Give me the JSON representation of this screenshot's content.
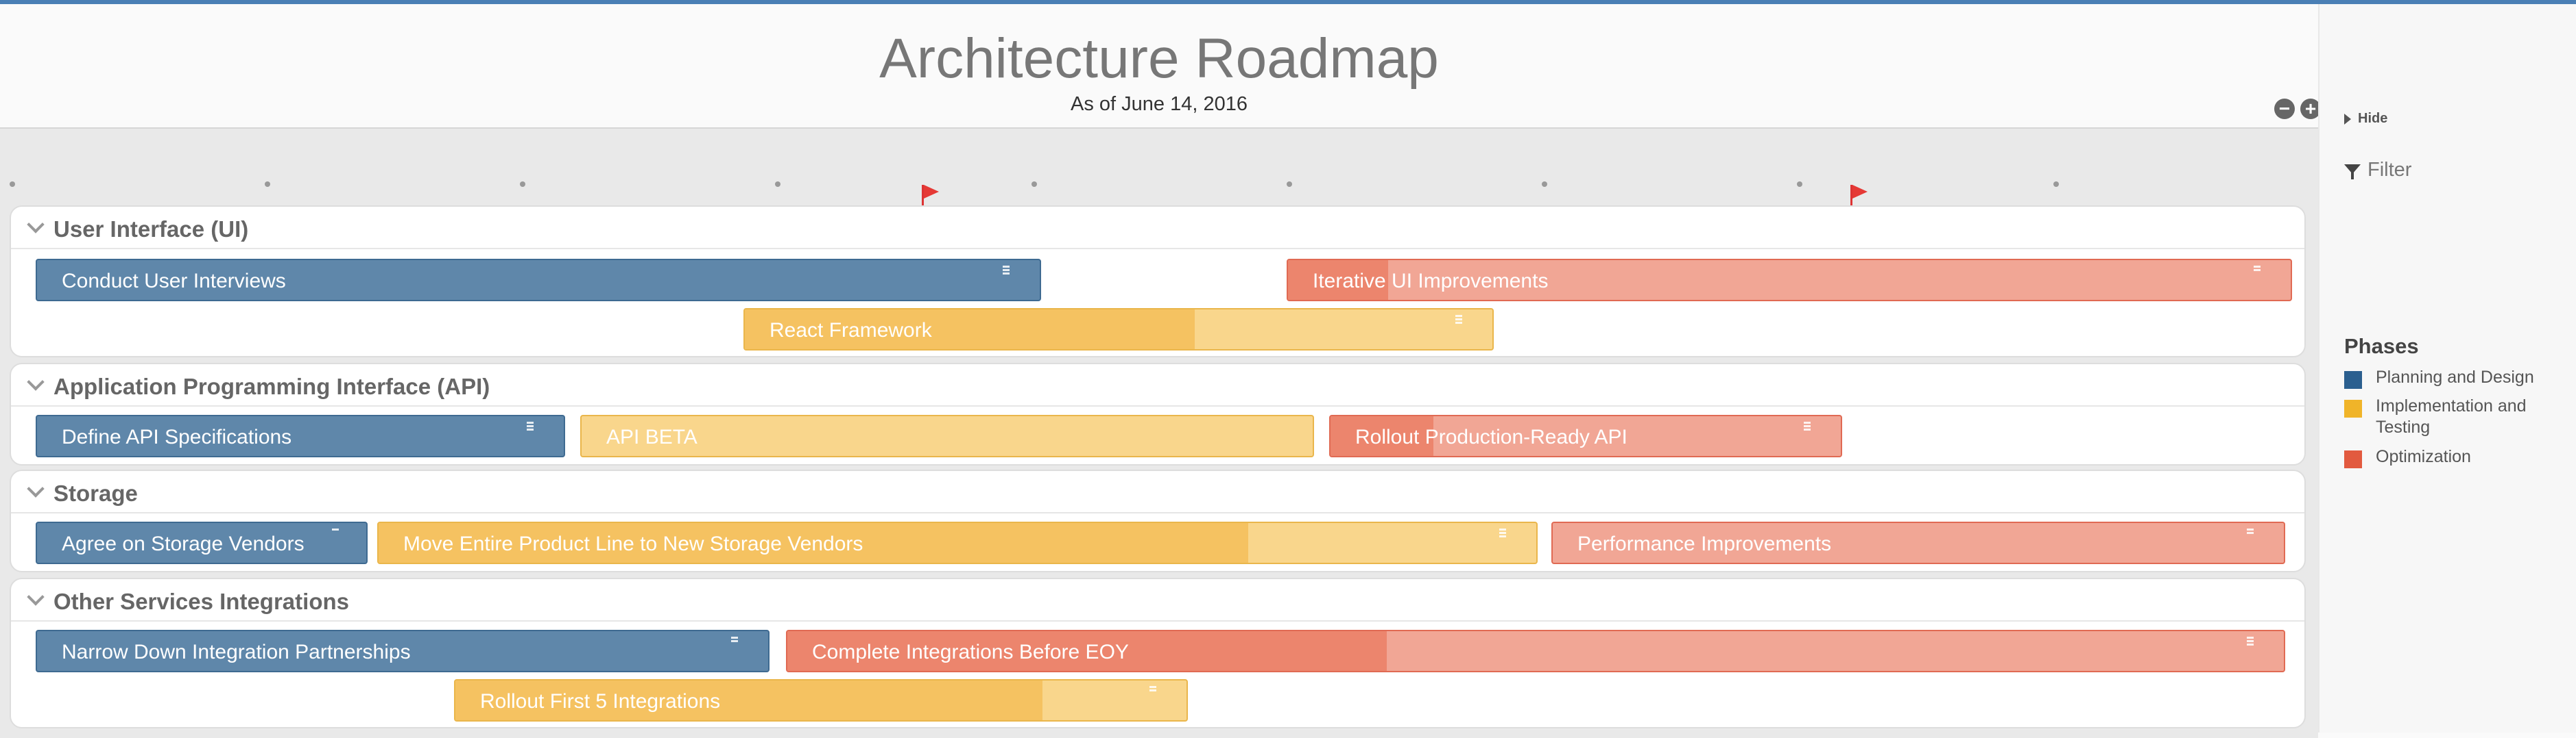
{
  "header": {
    "title": "Architecture Roadmap",
    "subtitle": "As of June 14, 2016"
  },
  "controls": {
    "zoom_out": "−",
    "zoom_in": "+"
  },
  "lanes": [
    {
      "title": "User Interface (UI)",
      "items": [
        {
          "label": "Conduct User Interviews",
          "phase": "Planning and Design"
        },
        {
          "label": "Iterative UI Improvements",
          "phase": "Optimization",
          "progress": 0.1
        },
        {
          "label": "React Framework",
          "phase": "Implementation and Testing",
          "progress": 0.6
        }
      ]
    },
    {
      "title": "Application Programming Interface (API)",
      "items": [
        {
          "label": "Define API Specifications",
          "phase": "Planning and Design"
        },
        {
          "label": "API BETA",
          "phase": "Implementation and Testing",
          "progress": 0.0
        },
        {
          "label": "Rollout Production-Ready API",
          "phase": "Optimization",
          "progress": 0.2
        }
      ]
    },
    {
      "title": "Storage",
      "items": [
        {
          "label": "Agree on Storage Vendors",
          "phase": "Planning and Design"
        },
        {
          "label": "Move Entire Product Line to New Storage Vendors",
          "phase": "Implementation and Testing",
          "progress": 0.75
        },
        {
          "label": "Performance Improvements",
          "phase": "Optimization",
          "progress": 0.0
        }
      ]
    },
    {
      "title": "Other Services Integrations",
      "items": [
        {
          "label": "Narrow Down Integration Partnerships",
          "phase": "Planning and Design"
        },
        {
          "label": "Complete Integrations Before EOY",
          "phase": "Optimization",
          "progress": 0.4
        },
        {
          "label": "Rollout First 5 Integrations",
          "phase": "Implementation and Testing",
          "progress": 0.8
        }
      ]
    }
  ],
  "sidebar": {
    "hide_label": "Hide",
    "filter_label": "Filter"
  },
  "legend": {
    "title": "Phases",
    "items": [
      {
        "label": "Planning and Design",
        "color": "#2b5f8f"
      },
      {
        "label": "Implementation and Testing",
        "color": "#f0b429"
      },
      {
        "label": "Optimization",
        "color": "#e25a3f"
      }
    ]
  }
}
